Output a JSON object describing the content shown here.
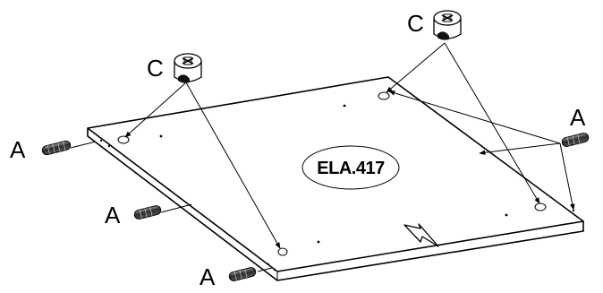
{
  "diagram": {
    "panel_code": "ELA.417",
    "part_labels": {
      "dowel": "A",
      "cam_lock": "C"
    },
    "hardware": {
      "dowel_icon": "wooden-dowel-icon",
      "cam_icon": "cam-lock-icon",
      "direction_icon": "direction-arrow-icon"
    },
    "colors": {
      "line": "#000000",
      "background": "#ffffff"
    }
  }
}
